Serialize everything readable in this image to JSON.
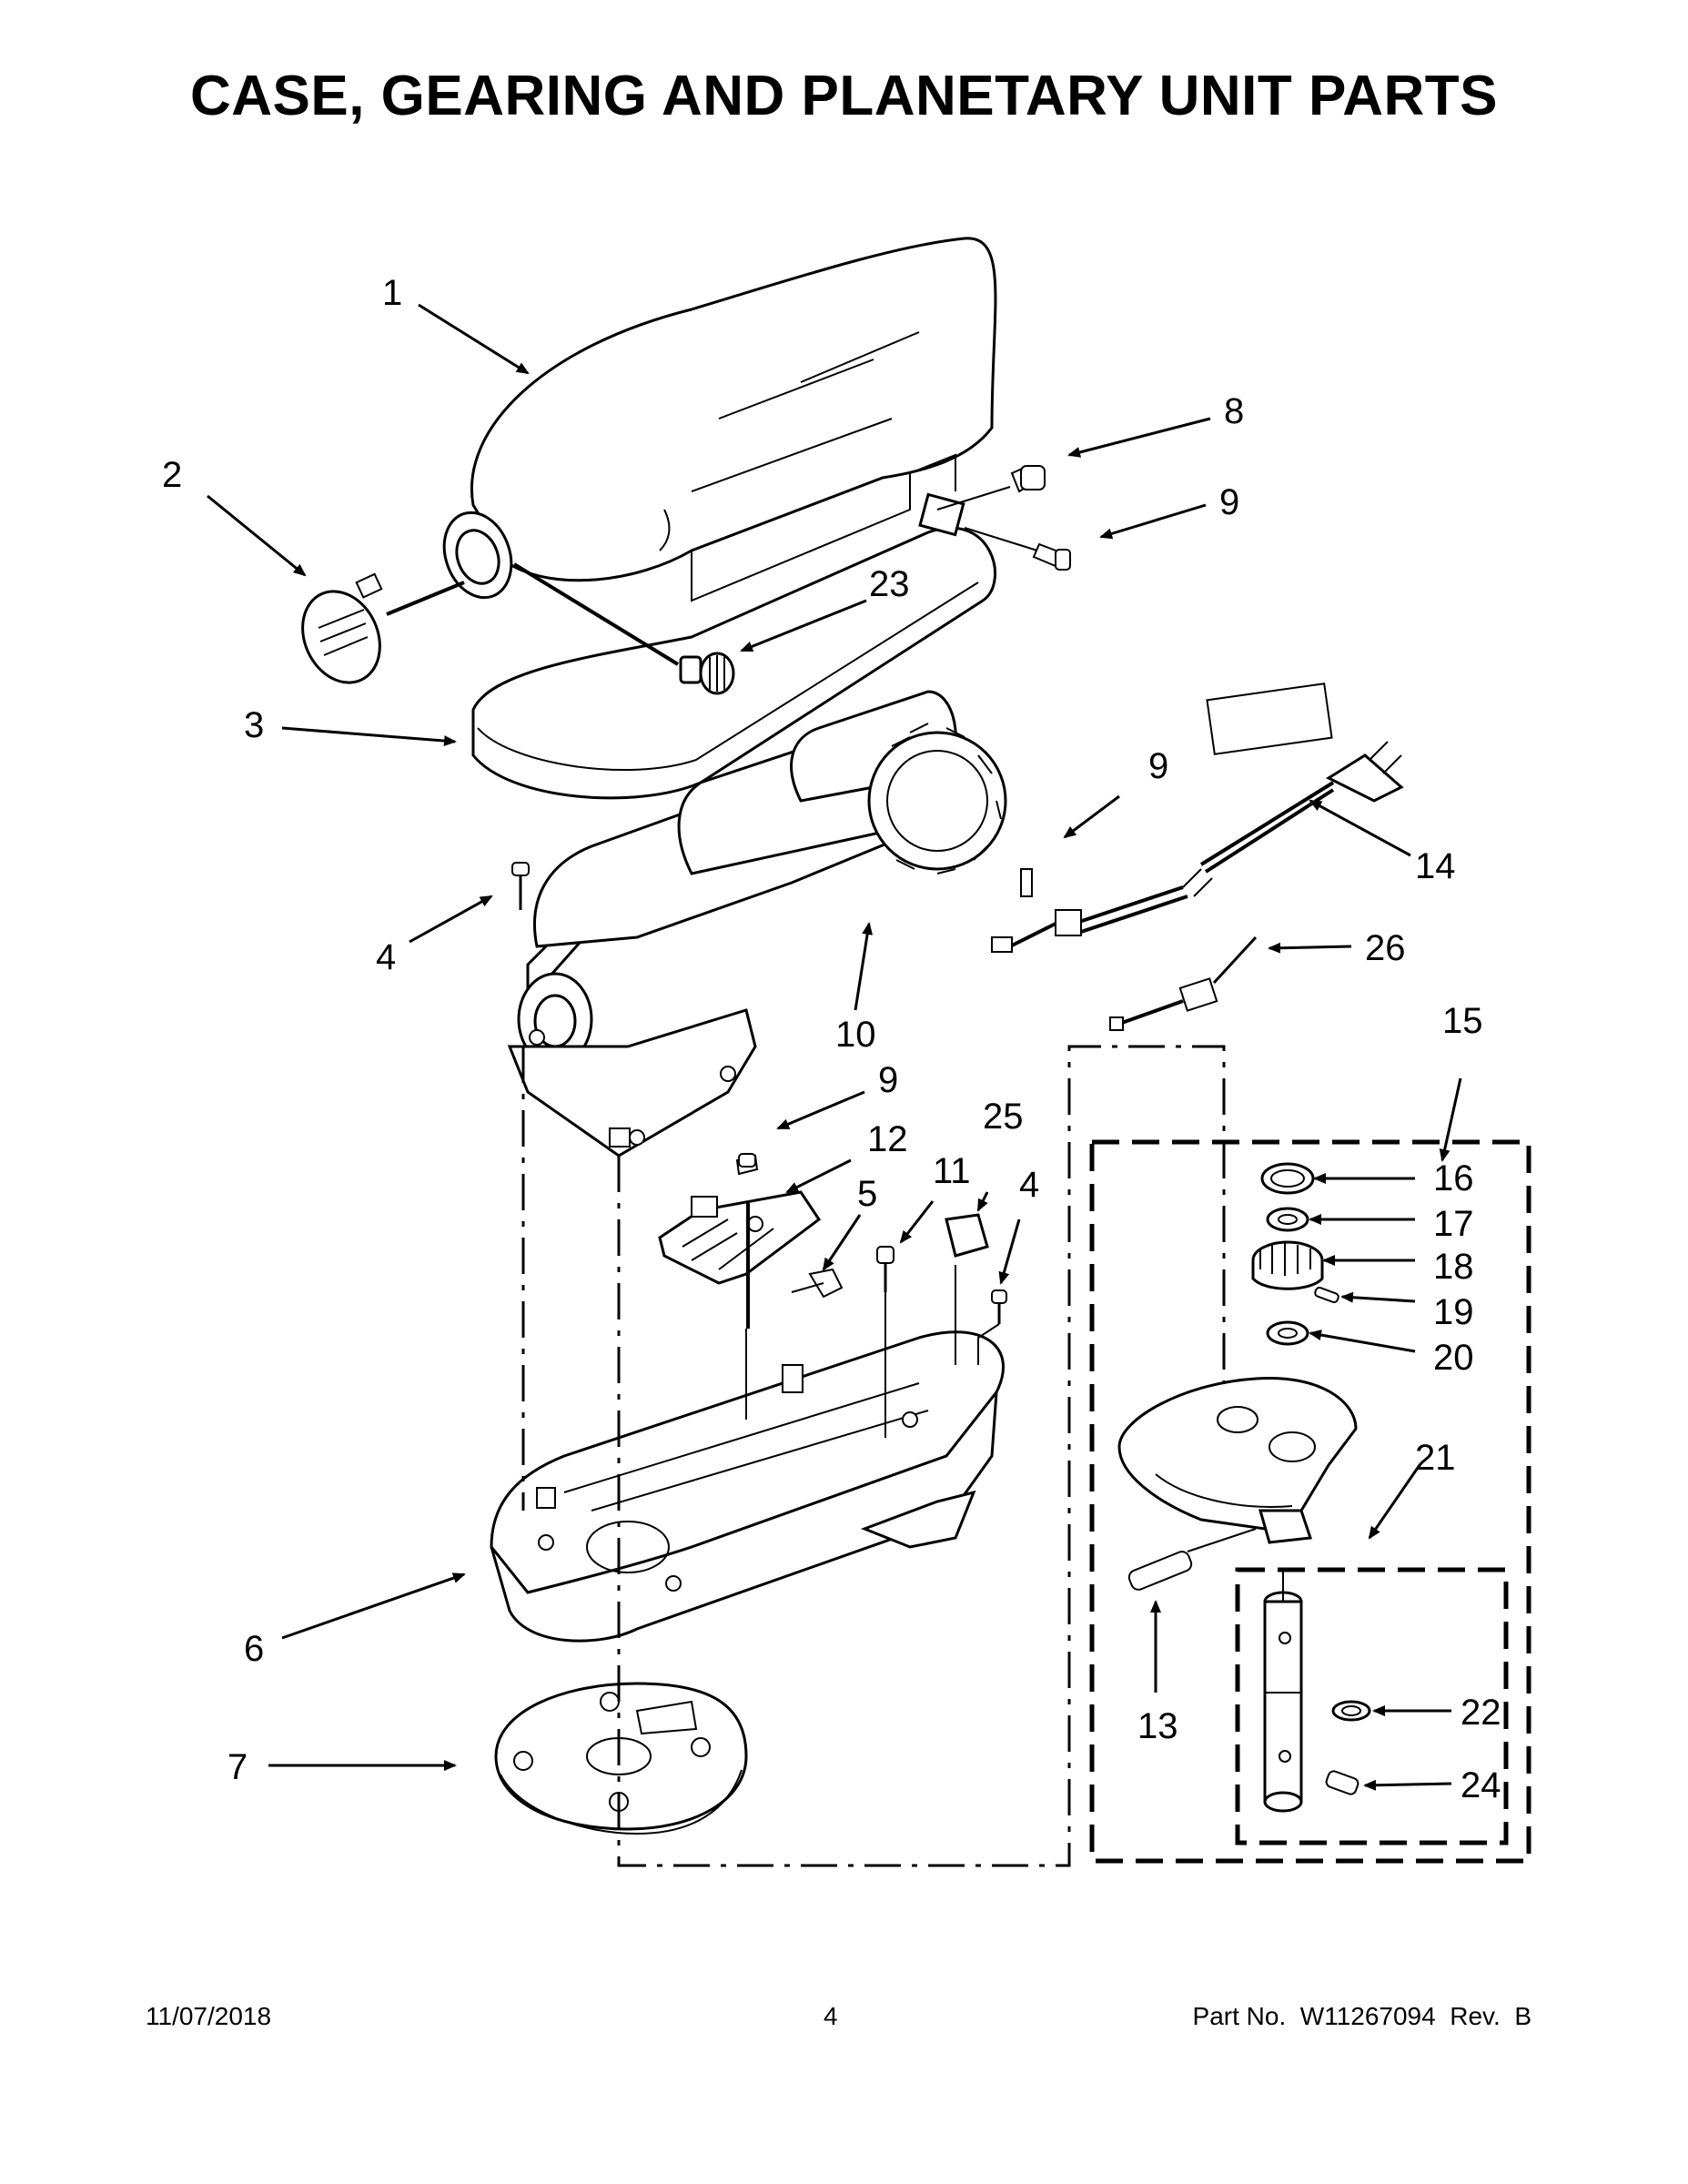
{
  "title": "CASE, GEARING AND PLANETARY UNIT PARTS",
  "callouts": {
    "c1": "1",
    "c2": "2",
    "c3": "3",
    "c4a": "4",
    "c4b": "4",
    "c5": "5",
    "c6": "6",
    "c7": "7",
    "c8": "8",
    "c9a": "9",
    "c9b": "9",
    "c9c": "9",
    "c10": "10",
    "c11": "11",
    "c12": "12",
    "c13": "13",
    "c14": "14",
    "c15": "15",
    "c16": "16",
    "c17": "17",
    "c18": "18",
    "c19": "19",
    "c20": "20",
    "c21": "21",
    "c22": "22",
    "c23": "23",
    "c24": "24",
    "c25": "25",
    "c26": "26"
  },
  "footer": {
    "date": "11/07/2018",
    "page": "4",
    "part_number": "Part No.  W11267094  Rev.  B"
  }
}
